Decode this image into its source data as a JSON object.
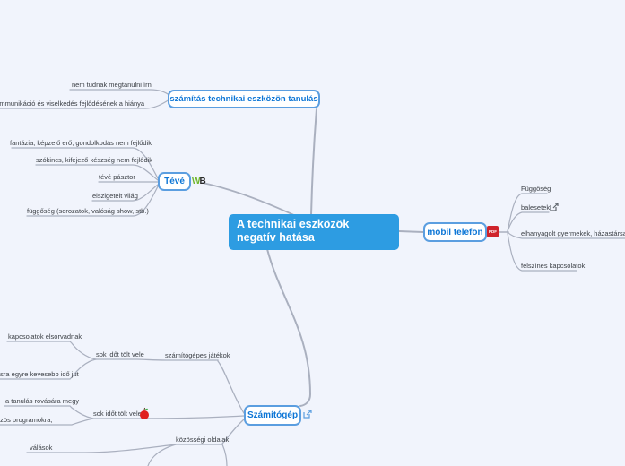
{
  "root": {
    "label": "A technikai eszközök negatív hatása"
  },
  "colors": {
    "background": "#f1f4fc",
    "root_bg": "#2d9ce2",
    "node_border": "#5b9ee0",
    "node_text": "#0d76d6",
    "branch_line": "#aab0bf",
    "leaf_text": "#3c4046",
    "pdf_badge": "#cf232b"
  },
  "branches": {
    "tanulas": {
      "label": "számítás technikai eszközön tanulás",
      "leaves": {
        "irni": "nem tudnak megtanulni írni",
        "szobeli": "szóbeli kommunikáció és viselkedés fejlődésének a hiánya"
      }
    },
    "teve": {
      "label": "Tévé",
      "badge_w": "W",
      "badge_b": "B",
      "leaves": {
        "fantazia": "fantázia, képzelő erő, gondolkodás nem fejlődik",
        "szokincs": "szókincs, kifejező készség nem fejlődik",
        "pasztor": "tévé pásztor",
        "elszigetelt": "elszigetelt világ",
        "fuggoseg": "függőség (sorozatok, valóság show, stb.)"
      }
    },
    "mobil": {
      "label": "mobil telefon",
      "badge": "PDF",
      "leaves": {
        "fuggoseg": "Függőség",
        "balesetek": "balesetek",
        "elhanyagolt": "elhanyagolt gyermekek, házastársak, szü",
        "felszines": "felszínes kapcsolatok"
      }
    },
    "szamitogep": {
      "label": "Számítógép",
      "leaves": {
        "jatekok": "számítógépes játékok",
        "sokido1": "sok időt tölt vele",
        "kapcsolatok": "kapcsolatok elsorvadnak",
        "kevesebbido": "ásra egyre kevesebb idő jut",
        "sokido2": "sok időt tölt vele",
        "tanulas_rovasara": "a tanulás rovására megy",
        "programok": "a közös programokra,",
        "kozossegi": "közösségi oldalak",
        "valasok": "válások"
      }
    }
  }
}
